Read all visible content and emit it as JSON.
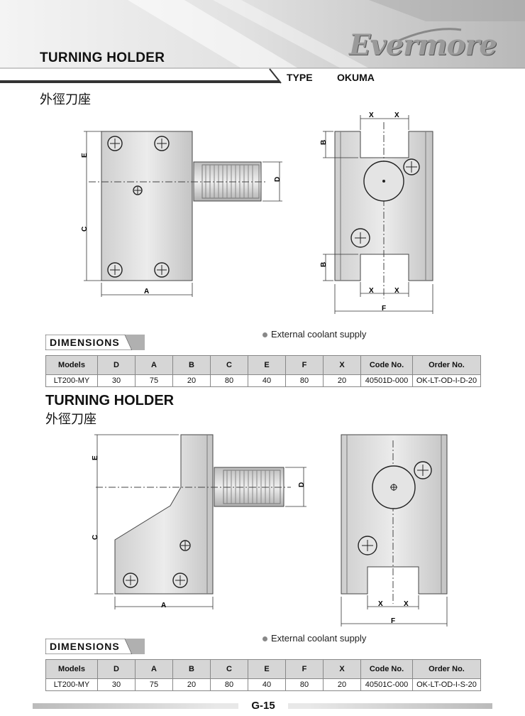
{
  "header": {
    "title": "TURNING HOLDER",
    "brand": "Evermore",
    "type_label": "TYPE",
    "type_value": "OKUMA",
    "subtitle_cn": "外徑刀座"
  },
  "section1": {
    "drawing_labels": {
      "E": "E",
      "C": "C",
      "A": "A",
      "D": "D",
      "B": "B",
      "X": "X",
      "F": "F"
    },
    "dimensions_tab": "DIMENSIONS",
    "note": "External coolant supply",
    "table": {
      "headers": [
        "Models",
        "D",
        "A",
        "B",
        "C",
        "E",
        "F",
        "X",
        "Code No.",
        "Order No."
      ],
      "rows": [
        [
          "LT200-MY",
          "30",
          "75",
          "20",
          "80",
          "40",
          "80",
          "20",
          "40501D-000",
          "OK-LT-OD-I-D-20"
        ]
      ]
    }
  },
  "section2": {
    "title": "TURNING HOLDER",
    "title_cn": "外徑刀座",
    "drawing_labels": {
      "E": "E",
      "C": "C",
      "A": "A",
      "D": "D",
      "X": "X",
      "F": "F"
    },
    "dimensions_tab": "DIMENSIONS",
    "note": "External coolant supply",
    "table": {
      "headers": [
        "Models",
        "D",
        "A",
        "B",
        "C",
        "E",
        "F",
        "X",
        "Code No.",
        "Order No."
      ],
      "rows": [
        [
          "LT200-MY",
          "30",
          "75",
          "20",
          "80",
          "40",
          "80",
          "20",
          "40501C-000",
          "OK-LT-OD-I-S-20"
        ]
      ]
    }
  },
  "footer": {
    "page_number": "G-15"
  }
}
